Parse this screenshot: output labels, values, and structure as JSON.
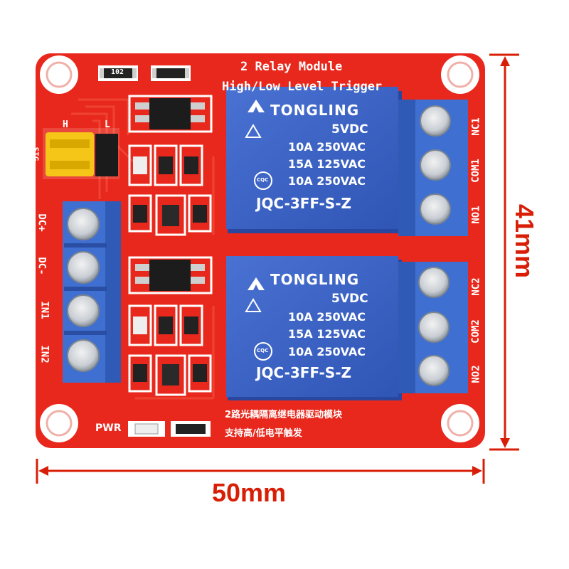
{
  "board": {
    "title": "2 Relay Module",
    "subtitle": "High/Low Level Trigger",
    "cn_line1": "2路光耦隔离继电器驱动模块",
    "cn_line2": "支持高/低电平触发",
    "pwr_label": "PWR",
    "jumper_labels": {
      "high": "H",
      "low": "L",
      "side": "SIG"
    },
    "input_terminal_labels": [
      "DC+",
      "DC-",
      "IN1",
      "IN2"
    ],
    "output_terminal_labels": {
      "relay1": [
        "NC1",
        "COM1",
        "NO1"
      ],
      "relay2": [
        "NC2",
        "COM2",
        "NO2"
      ]
    },
    "resistor_code": "102"
  },
  "relays": [
    {
      "brand": "TONGLING",
      "voltage": "5VDC",
      "rating1": "10A 250VAC",
      "rating2": "15A 125VAC",
      "rating3": "10A 250VAC",
      "cqc": "CQC",
      "model": "JQC-3FF-S-Z"
    },
    {
      "brand": "TONGLING",
      "voltage": "5VDC",
      "rating1": "10A 250VAC",
      "rating2": "15A 125VAC",
      "rating3": "10A 250VAC",
      "cqc": "CQC",
      "model": "JQC-3FF-S-Z"
    }
  ],
  "dimensions": {
    "width_label": "50mm",
    "height_label": "41mm"
  },
  "colors": {
    "pcb": "#e8281c",
    "relay": "#3d63c4",
    "terminal": "#3f6fd0",
    "dimension": "#d81e06",
    "jumper": "#f5c518"
  }
}
